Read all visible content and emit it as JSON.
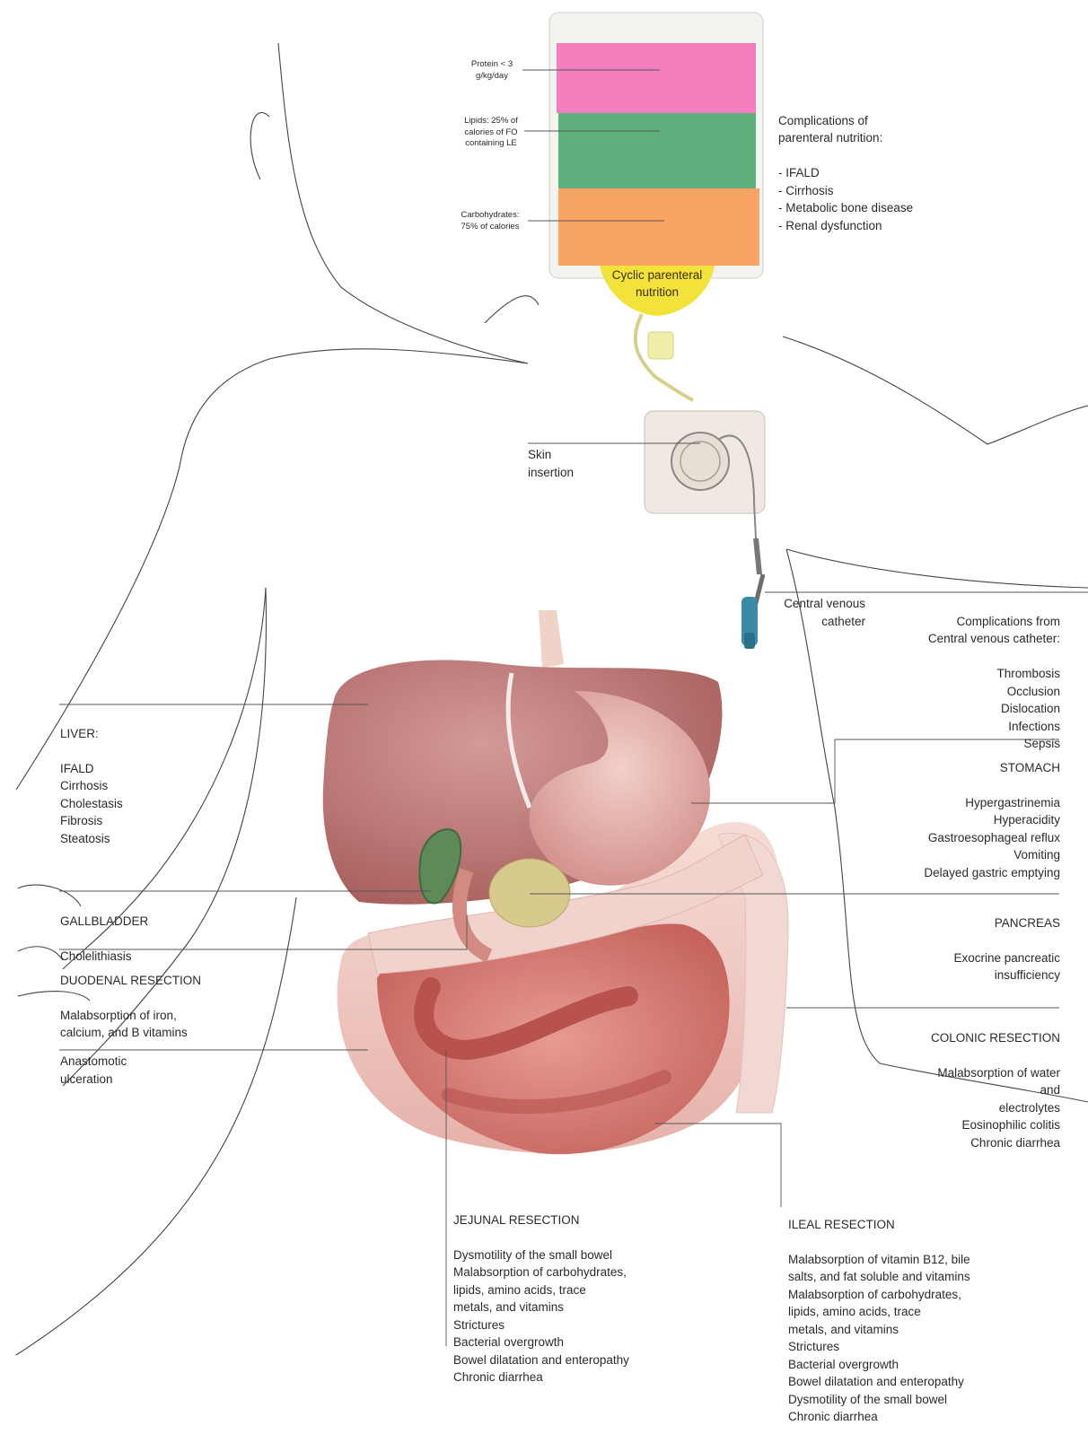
{
  "bag": {
    "protein": "Protein < 3\ng/kg/day",
    "lipids": "Lipids: 25% of\ncalories of FO\ncontaining LE",
    "carbohydrates": "Carbohydrates:\n75% of calories",
    "cyclic": "Cyclic parenteral\nnutrition",
    "colors": {
      "protein": "#f47ebe",
      "lipids": "#5fb07c",
      "carbohydrates": "#f9a463",
      "port": "#f3e23a"
    }
  },
  "pn_complications": {
    "title": "Complications of\nparenteral nutrition:",
    "items": "- IFALD\n- Cirrhosis\n- Metabolic bone disease\n- Renal dysfunction"
  },
  "skin_insertion": "Skin\ninsertion",
  "central_venous_catheter": "Central venous\ncatheter",
  "cvc_complications": {
    "title": "Complications from\nCentral venous catheter:",
    "items": "Thrombosis\nOcclusion\nDislocation\nInfections\nSepsis"
  },
  "liver": {
    "title": "LIVER:",
    "items": "IFALD\nCirrhosis\nCholestasis\nFibrosis\nSteatosis"
  },
  "stomach": {
    "title": "STOMACH",
    "items": "Hypergastrinemia\nHyperacidity\nGastroesophageal reflux\nVomiting\nDelayed gastric emptying"
  },
  "gallbladder": {
    "title": "GALLBLADDER",
    "items": "Cholelithiasis"
  },
  "pancreas": {
    "title": "PANCREAS",
    "items": "Exocrine pancreatic\ninsufficiency"
  },
  "duodenal": {
    "title": "DUODENAL RESECTION",
    "items": "Malabsorption of iron,\ncalcium, and B vitamins"
  },
  "colonic": {
    "title": "COLONIC RESECTION",
    "items": "Malabsorption of water\nand\nelectrolytes\nEosinophilic colitis\nChronic diarrhea"
  },
  "anastomotic": "Anastomotic\nulceration",
  "jejunal": {
    "title": "JEJUNAL RESECTION",
    "items": "Dysmotility of the small bowel\nMalabsorption of carbohydrates,\nlipids, amino acids, trace\nmetals, and vitamins\nStrictures\nBacterial overgrowth\nBowel dilatation and enteropathy\nChronic diarrhea"
  },
  "ileal": {
    "title": "ILEAL RESECTION",
    "items": "Malabsorption of vitamin B12, bile\nsalts, and fat soluble and vitamins\nMalabsorption of carbohydrates,\nlipids, amino acids, trace\nmetals, and vitamins\nStrictures\nBacterial overgrowth\nBowel dilatation and enteropathy\nDysmotility of the small bowel\nChronic diarrhea"
  }
}
